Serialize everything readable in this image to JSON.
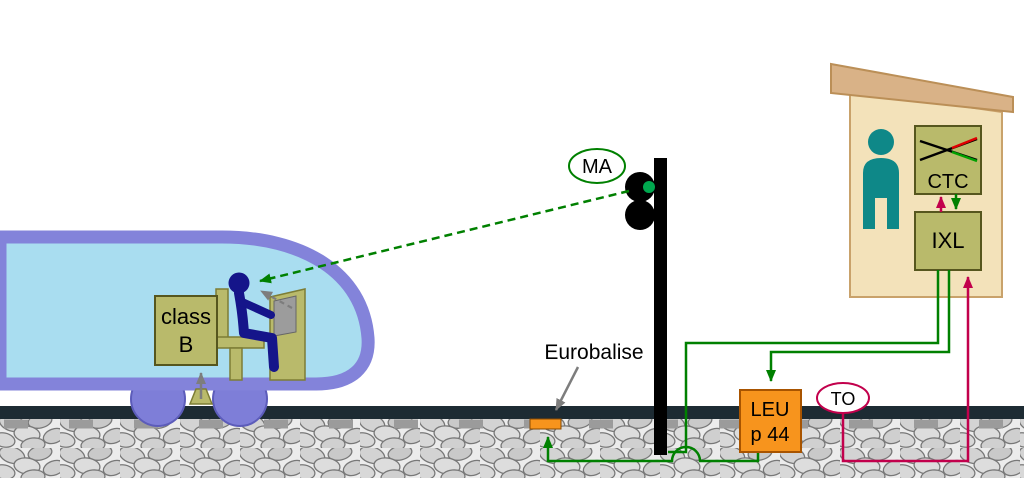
{
  "diagram": {
    "movement_authority_label": "MA",
    "eurobalise_label": "Eurobalise",
    "track_occupancy_label": "TO",
    "onboard": {
      "class_b_line1": "class",
      "class_b_line2": "B"
    },
    "leu": {
      "line1": "LEU",
      "line2": "p 44"
    },
    "control": {
      "ctc_label": "CTC",
      "ixl_label": "IXL"
    }
  },
  "colors": {
    "signal_green": "#008000",
    "occupancy_crimson": "#c2004c",
    "balise_orange": "#f7941d",
    "equipment_khaki": "#b9ba6b",
    "train_body_blue": "#a9ddf0",
    "train_outline_violet": "#8383da",
    "operator_teal": "#0e8888",
    "building_wall": "#f3e2ba",
    "building_roof": "#d9b287",
    "track_dark": "#1d2b33"
  }
}
